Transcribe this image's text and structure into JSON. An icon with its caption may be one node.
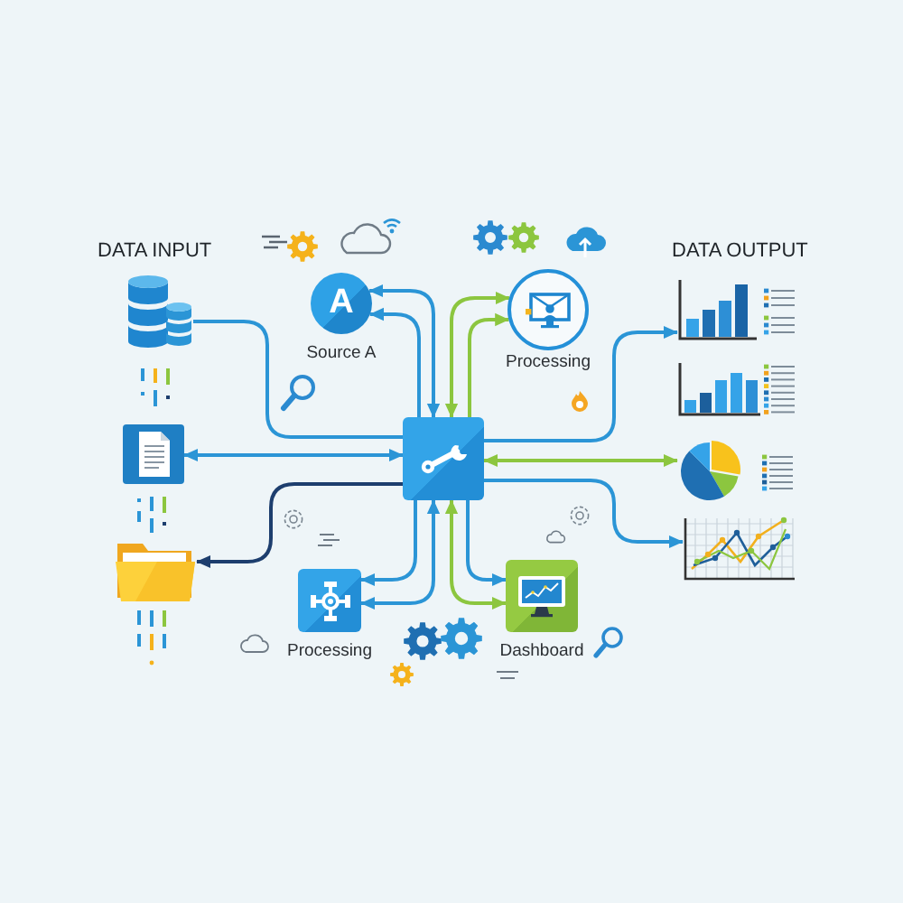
{
  "diagram": {
    "nodes": [
      {
        "text": [],
        "shape": "cylinder"
      },
      {
        "text": [
          "A",
          "Source A"
        ]
      },
      {
        "text": [
          "Processing"
        ]
      },
      {
        "text": [],
        "shape": "picture"
      },
      {
        "text": [],
        "shape": "box"
      },
      {
        "text": [],
        "shape": "picture"
      },
      {
        "text": [
          "Processing"
        ]
      },
      {
        "text": [
          "Dashboard"
        ]
      },
      {
        "text": [],
        "shape": "picture"
      },
      {
        "text": [],
        "shape": "picture"
      },
      {
        "text": [],
        "shape": "picture"
      },
      {
        "text": [],
        "shape": "picture"
      }
    ],
    "edges": [
      {
        "from": 0,
        "to": 4,
        "arrow": "none"
      },
      {
        "from": 3,
        "to": 4,
        "arrow": "both"
      },
      {
        "from": 4,
        "to": 5,
        "arrow": "to",
        "color": "#1d3e6e"
      },
      {
        "from": 4,
        "to": 1,
        "arrow": "both"
      },
      {
        "from": 4,
        "to": 1,
        "arrow": "to"
      },
      {
        "from": 4,
        "to": 2,
        "arrow": "both",
        "color": "#8cc63f"
      },
      {
        "from": 4,
        "to": 2,
        "arrow": "to",
        "color": "#8cc63f"
      },
      {
        "from": 4,
        "to": 8,
        "arrow": "to"
      },
      {
        "from": 4,
        "to": 10,
        "arrow": "both",
        "color": "#8cc63f"
      },
      {
        "from": 4,
        "to": 11,
        "arrow": "to"
      },
      {
        "from": 4,
        "to": 6,
        "arrow": "to"
      },
      {
        "from": 4,
        "to": 6,
        "arrow": "both"
      },
      {
        "from": 4,
        "to": 7,
        "arrow": "both",
        "color": "#8cc63f"
      },
      {
        "from": 4,
        "to": 7,
        "arrow": "to"
      }
    ],
    "labels": [
      "DATA INPUT",
      "DATA OUTPUT"
    ]
  }
}
